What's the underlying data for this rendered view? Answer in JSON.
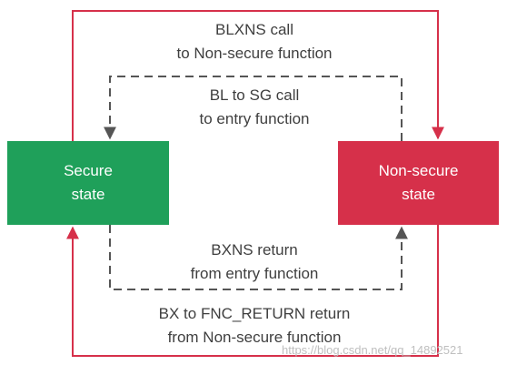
{
  "nodes": {
    "secure": {
      "line1": "Secure",
      "line2": "state",
      "color": "#1fa05a"
    },
    "nonsecure": {
      "line1": "Non-secure",
      "line2": "state",
      "color": "#d6304a"
    }
  },
  "edges": {
    "blxns_call": {
      "line1": "BLXNS call",
      "line2": "to Non-secure function",
      "color": "#d6304a",
      "style": "solid"
    },
    "bl_to_sg_call": {
      "line1": "BL to SG call",
      "line2": "to entry function",
      "color": "#555555",
      "style": "dashed"
    },
    "bxns_return": {
      "line1": "BXNS return",
      "line2": "from entry function",
      "color": "#555555",
      "style": "dashed"
    },
    "bx_fnc_return": {
      "line1": "BX to FNC_RETURN return",
      "line2": "from Non-secure function",
      "color": "#d6304a",
      "style": "solid"
    }
  },
  "watermark": "https://blog.csdn.net/qq_14892521"
}
